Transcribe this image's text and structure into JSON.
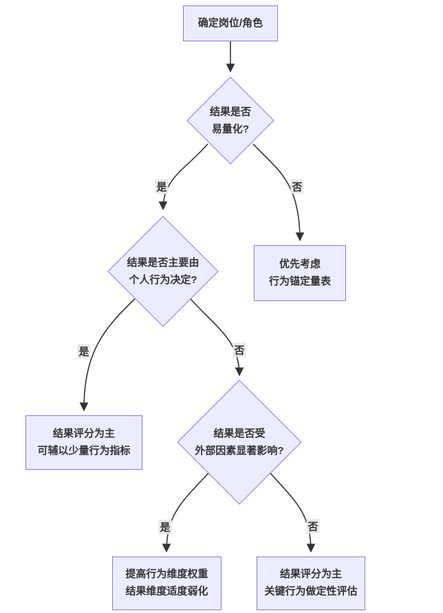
{
  "diagram": {
    "type": "flowchart",
    "direction": "top-down",
    "colors": {
      "node_fill": "#ECECFF",
      "node_border": "#9370DB",
      "edge_line": "#333333",
      "edge_label_bg": "#e8e8e8",
      "text": "#333333",
      "background": "#ffffff"
    },
    "nodes": [
      {
        "id": "A",
        "shape": "rect",
        "lines": [
          "确定岗位/角色"
        ]
      },
      {
        "id": "B",
        "shape": "diamond",
        "lines": [
          "结果是否",
          "易量化?"
        ]
      },
      {
        "id": "C",
        "shape": "diamond",
        "lines": [
          "结果是否主要由",
          "个人行为决定?"
        ]
      },
      {
        "id": "D",
        "shape": "rect",
        "lines": [
          "优先考虑",
          "行为锚定量表"
        ]
      },
      {
        "id": "E",
        "shape": "diamond",
        "lines": [
          "结果是否受",
          "外部因素显著影响?"
        ]
      },
      {
        "id": "F",
        "shape": "rect",
        "lines": [
          "结果评分为主",
          "可辅以少量行为指标"
        ]
      },
      {
        "id": "G",
        "shape": "rect",
        "lines": [
          "提高行为维度权重",
          "结果维度适度弱化"
        ]
      },
      {
        "id": "H",
        "shape": "rect",
        "lines": [
          "结果评分为主",
          "关键行为做定性评估"
        ]
      }
    ],
    "edges": [
      {
        "from": "A",
        "to": "B",
        "label": ""
      },
      {
        "from": "B",
        "to": "C",
        "label": "是"
      },
      {
        "from": "B",
        "to": "D",
        "label": "否"
      },
      {
        "from": "C",
        "to": "F",
        "label": "是"
      },
      {
        "from": "C",
        "to": "E",
        "label": "否"
      },
      {
        "from": "E",
        "to": "G",
        "label": "是"
      },
      {
        "from": "E",
        "to": "H",
        "label": "否"
      }
    ]
  }
}
